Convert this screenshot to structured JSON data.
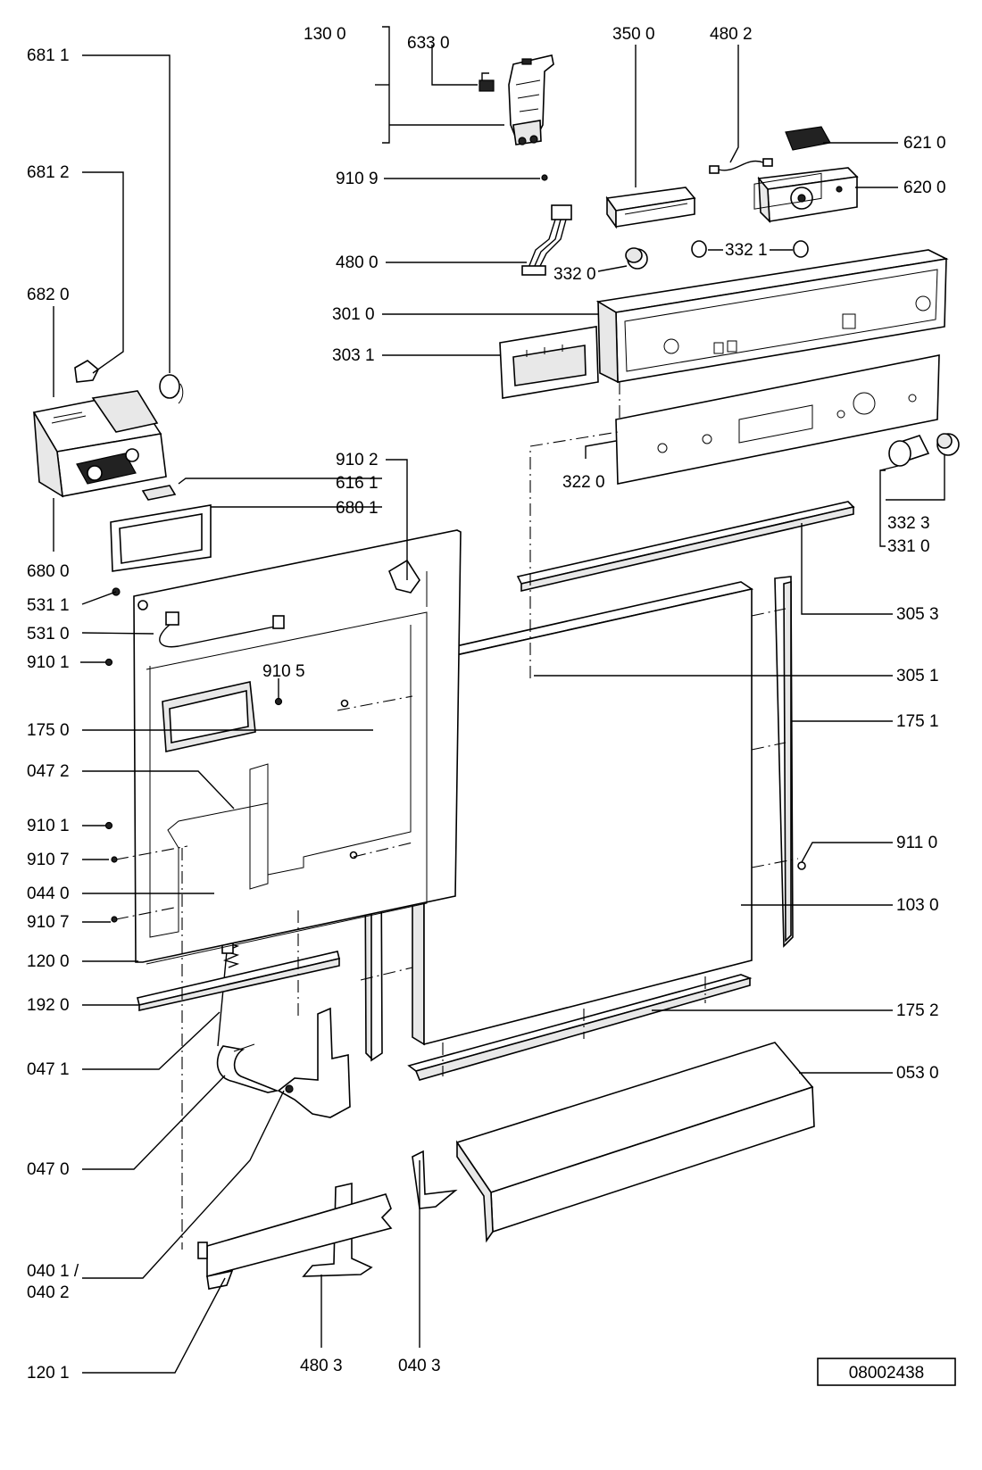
{
  "drawing_number": "08002438",
  "labels": {
    "l1300": "130 0",
    "l6330": "633 0",
    "l3500": "350 0",
    "l4802": "480 2",
    "l6811": "681 1",
    "l6812": "681 2",
    "l6820": "682 0",
    "l6210": "621 0",
    "l9109": "910 9",
    "l6200": "620 0",
    "l4800": "480 0",
    "l3320": "332 0",
    "l3321": "332 1",
    "l3010": "301 0",
    "l3031": "303 1",
    "l9102": "910 2",
    "l6161": "616 1",
    "l6801": "680 1",
    "l3220": "322 0",
    "l3323": "332 3",
    "l3310": "331 0",
    "l6800": "680 0",
    "l5311": "531 1",
    "l5310": "531 0",
    "l3053": "305 3",
    "l9101a": "910 1",
    "l9105": "910 5",
    "l3051": "305 1",
    "l1750": "175 0",
    "l1751": "175 1",
    "l0472": "047 2",
    "l9101b": "910 1",
    "l9110": "911 0",
    "l9107a": "910 7",
    "l0440": "044 0",
    "l1030": "103 0",
    "l9107b": "910 7",
    "l1200": "120 0",
    "l1920": "192 0",
    "l1752": "175 2",
    "l0471": "047 1",
    "l0530": "053 0",
    "l0470": "047 0",
    "l0401a": "040 1 /",
    "l0401b": "040 2",
    "l1201": "120 1",
    "l4803": "480 3",
    "l0403": "040 3"
  }
}
